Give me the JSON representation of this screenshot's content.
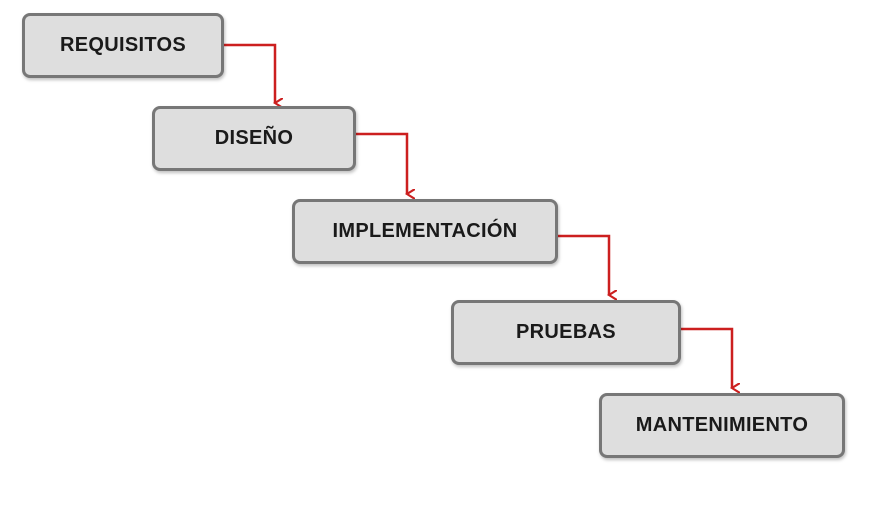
{
  "diagram": {
    "stages": [
      {
        "label": "REQUISITOS"
      },
      {
        "label": "DISEÑO"
      },
      {
        "label": "IMPLEMENTACIÓN"
      },
      {
        "label": "PRUEBAS"
      },
      {
        "label": "MANTENIMIENTO"
      }
    ],
    "colors": {
      "box_fill": "#dedede",
      "box_border": "#777777",
      "arrow": "#cc1f1f",
      "text": "#1a1a1a"
    }
  }
}
